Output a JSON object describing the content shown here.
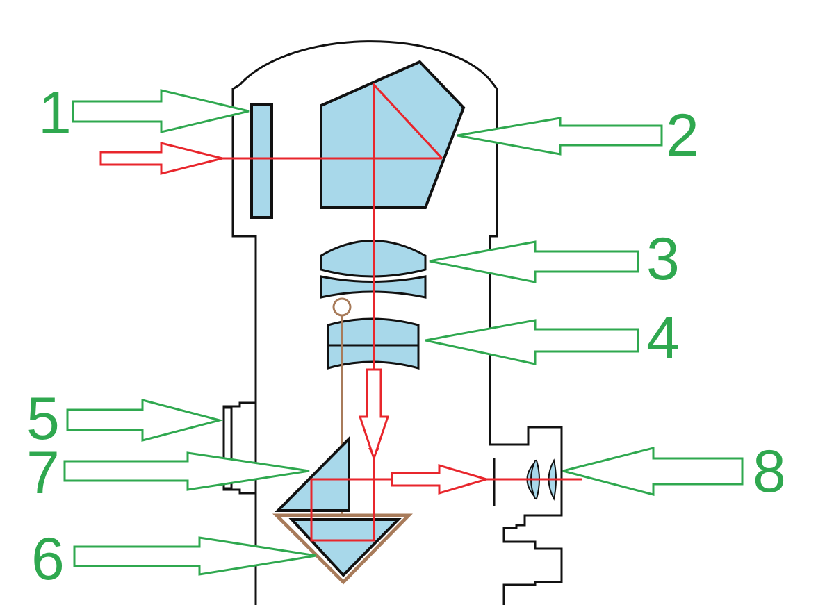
{
  "colors": {
    "outline": "#111111",
    "glass": "#a8d8ea",
    "ray": "#e8262c",
    "callout": "#2fa84f",
    "mechanism": "#a87b5a",
    "background": "#ffffff"
  },
  "labels": {
    "n1": "1",
    "n2": "2",
    "n3": "3",
    "n4": "4",
    "n5": "5",
    "n6": "6",
    "n7": "7",
    "n8": "8"
  }
}
